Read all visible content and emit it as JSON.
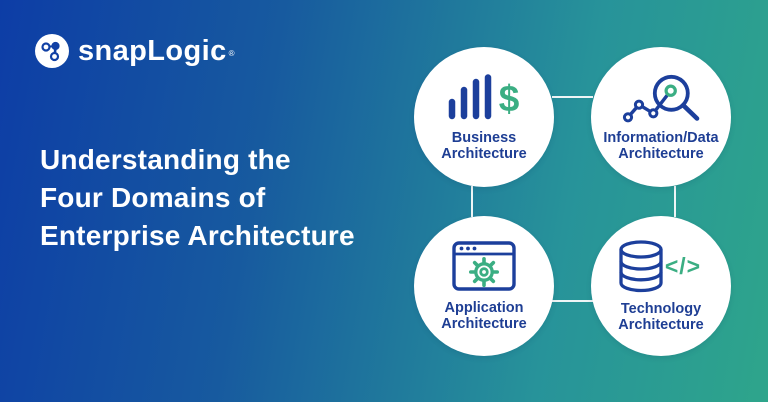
{
  "logo": {
    "brand": "snapLogic",
    "registered_mark": "®"
  },
  "heading": {
    "lines": [
      "Understanding the",
      "Four Domains of",
      "Enterprise Architecture"
    ]
  },
  "diagram": {
    "dollar_glyph": "$",
    "code_glyph": "</>",
    "domains": [
      {
        "name": "business-architecture",
        "icon": "bar-chart-dollar-icon",
        "label_lines": [
          "Business",
          "Architecture"
        ]
      },
      {
        "name": "information-data-architecture",
        "icon": "magnifier-data-icon",
        "label_lines": [
          "Information/Data",
          "Architecture"
        ]
      },
      {
        "name": "application-architecture",
        "icon": "browser-gear-icon",
        "label_lines": [
          "Application",
          "Architecture"
        ]
      },
      {
        "name": "technology-architecture",
        "icon": "database-code-icon",
        "label_lines": [
          "Technology",
          "Architecture"
        ]
      }
    ],
    "connections": [
      "business-information",
      "business-application",
      "information-technology",
      "application-technology"
    ]
  },
  "colors": {
    "background_gradient_from": "#0d3da6",
    "background_gradient_to": "#2ea58b",
    "icon_navy": "#1c3f9c",
    "label_navy": "#1e3e94",
    "accent_green": "#3bae83",
    "circle_background": "#ffffff",
    "connector": "#eef5f6",
    "heading_text": "#ffffff"
  }
}
